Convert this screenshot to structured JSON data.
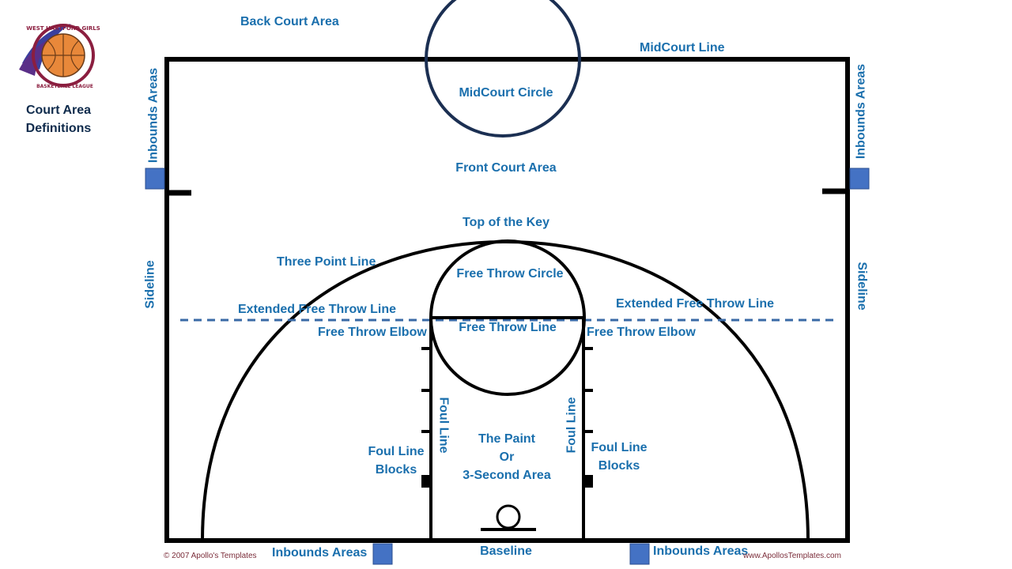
{
  "title_line1": "Court Area",
  "title_line2": "Definitions",
  "logo_text_top": "WEST HARTFORD GIRLS",
  "logo_text_bottom": "BASKETBALL LEAGUE",
  "copyright": "© 2007 Apollo's Templates",
  "website": "www.ApollosTemplates.com",
  "labels": {
    "back_court": "Back Court Area",
    "midcourt_line": "MidCourt Line",
    "midcourt_circle": "MidCourt Circle",
    "front_court": "Front Court Area",
    "top_of_key": "Top of the Key",
    "three_point_line": "Three Point Line",
    "free_throw_circle": "Free Throw Circle",
    "extended_ft_left": "Extended Free Throw Line",
    "extended_ft_right": "Extended Free Throw Line",
    "ft_line": "Free Throw Line",
    "ft_elbow_left": "Free Throw Elbow",
    "ft_elbow_right": "Free Throw Elbow",
    "foul_line_left": "Foul Line",
    "foul_line_right": "Foul Line",
    "paint_1": "The Paint",
    "paint_2": "Or",
    "paint_3": "3-Second Area",
    "blocks_left_1": "Foul Line",
    "blocks_left_2": "Blocks",
    "blocks_right_1": "Foul Line",
    "blocks_right_2": "Blocks",
    "sideline_left": "Sideline",
    "sideline_right": "Sideline",
    "inbounds_left": "Inbounds Areas",
    "inbounds_right": "Inbounds Areas",
    "inbounds_bottom_left": "Inbounds Areas",
    "inbounds_bottom_right": "Inbounds Areas",
    "baseline": "Baseline"
  },
  "colors": {
    "label": "#1a6fad",
    "title": "#0f2b4c",
    "court_line": "#000000",
    "midcourt_circle": "#1b2f52",
    "dashed_line": "#3a6aa6",
    "inbounds_marker": "#4472c4"
  }
}
